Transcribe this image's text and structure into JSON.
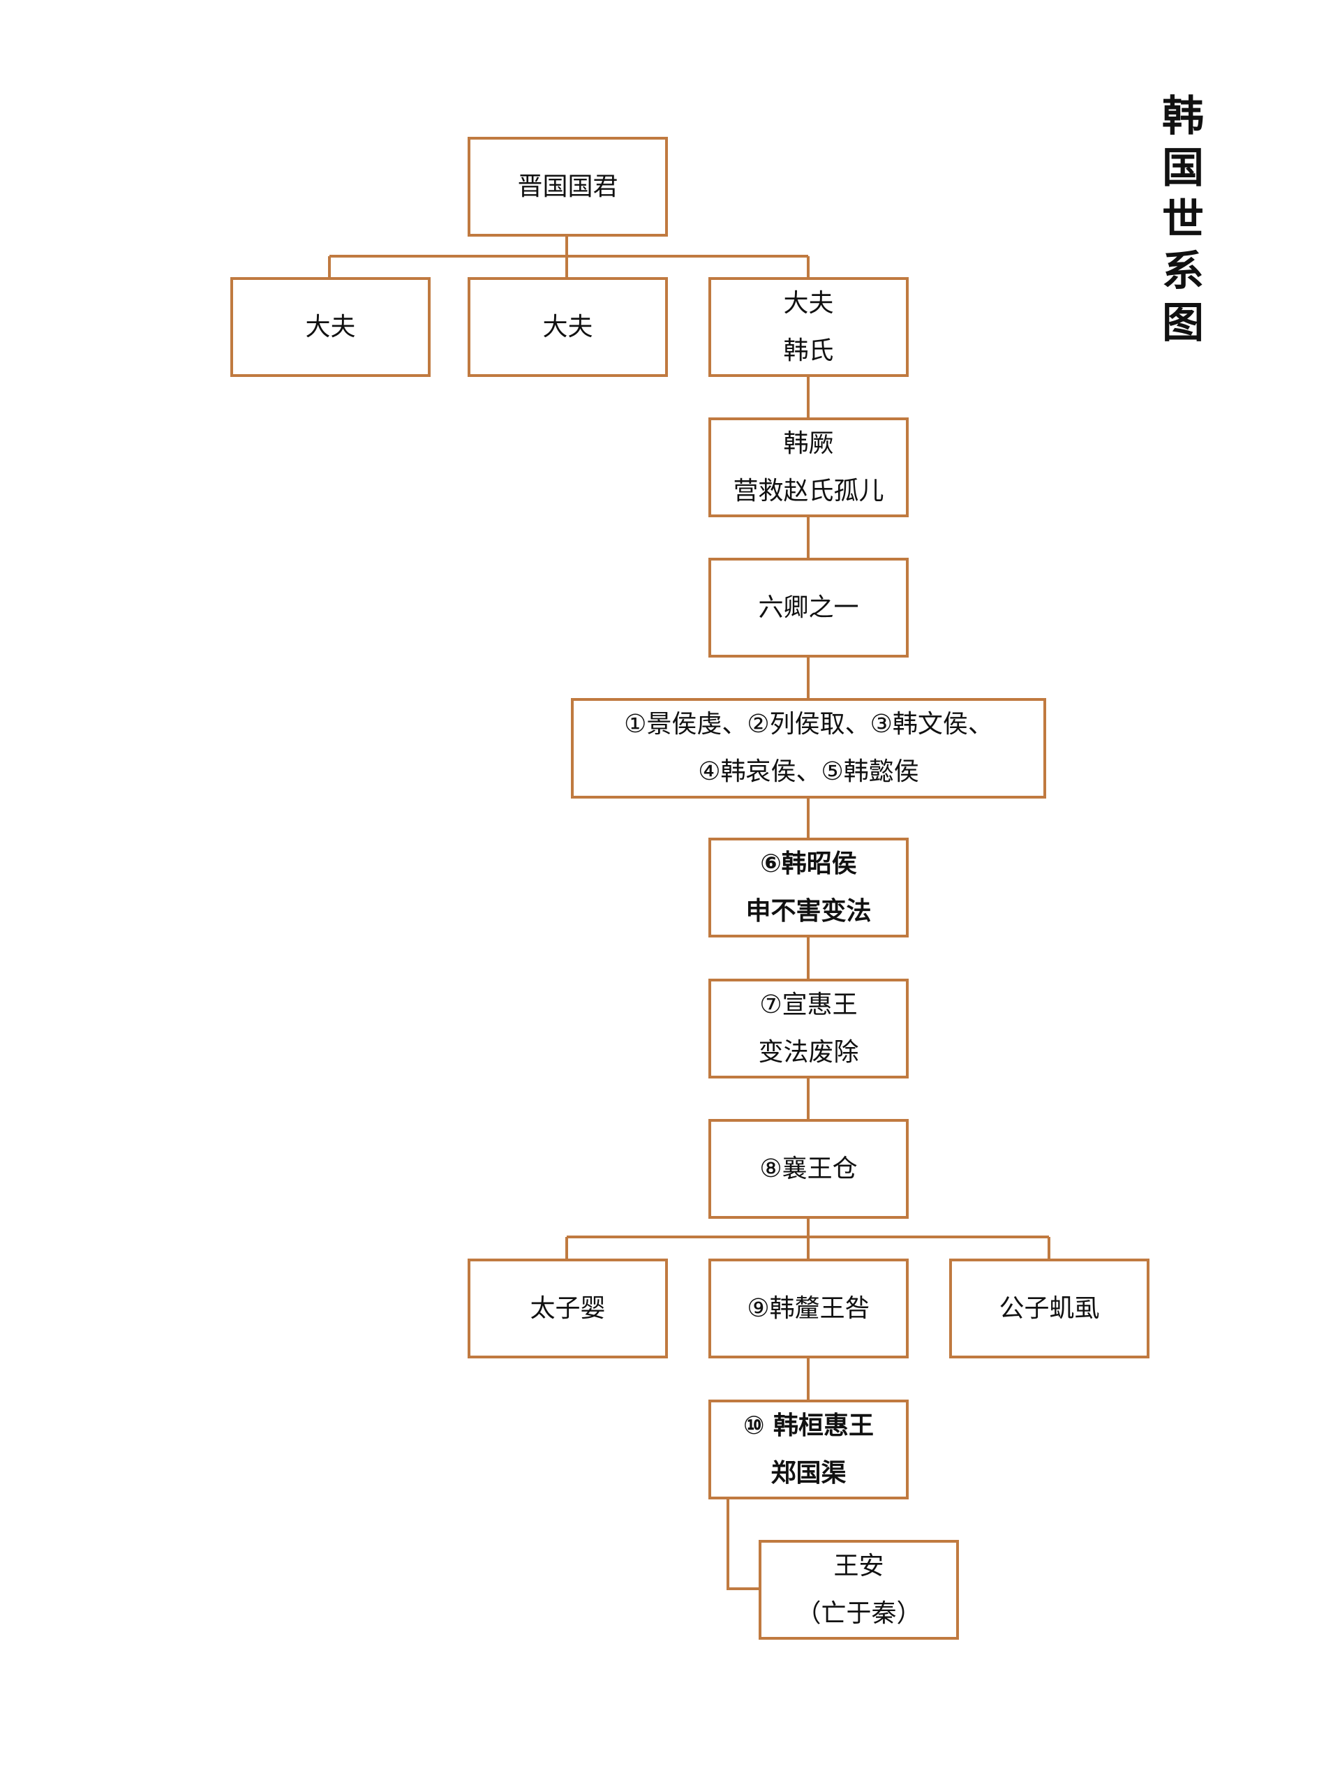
{
  "title": "韩国世系图",
  "colors": {
    "border": "#c07a40",
    "line": "#c07a40",
    "text": "#111111"
  },
  "nodes": {
    "jin_ruler": {
      "lines": [
        "晋国国君"
      ]
    },
    "dafu_left": {
      "lines": [
        "大夫"
      ]
    },
    "dafu_mid": {
      "lines": [
        "大夫"
      ]
    },
    "dafu_han": {
      "lines": [
        "大夫",
        "韩氏"
      ]
    },
    "han_jue": {
      "lines": [
        "韩厥",
        "营救赵氏孤儿"
      ]
    },
    "six_ministers": {
      "lines": [
        "六卿之一"
      ]
    },
    "rulers_1_5": {
      "lines": [
        "①景侯虔、②列侯取、③韩文侯、",
        "④韩哀侯、⑤韩懿侯"
      ]
    },
    "zhao_hou": {
      "lines": [
        "⑥韩昭侯",
        "申不害变法"
      ]
    },
    "xuanhui_wang": {
      "lines": [
        "⑦宣惠王",
        "变法废除"
      ]
    },
    "xiang_wang": {
      "lines": [
        "⑧襄王仓"
      ]
    },
    "crown_prince": {
      "lines": [
        "太子婴"
      ]
    },
    "xi_wang": {
      "lines": [
        "⑨韩釐王咎"
      ]
    },
    "prince_jishi": {
      "lines": [
        "公子虮虱"
      ]
    },
    "huanhui_wang": {
      "lines": [
        "⑩ 韩桓惠王",
        "郑国渠"
      ]
    },
    "wang_an": {
      "lines": [
        "王安",
        "（亡于秦）"
      ]
    }
  }
}
